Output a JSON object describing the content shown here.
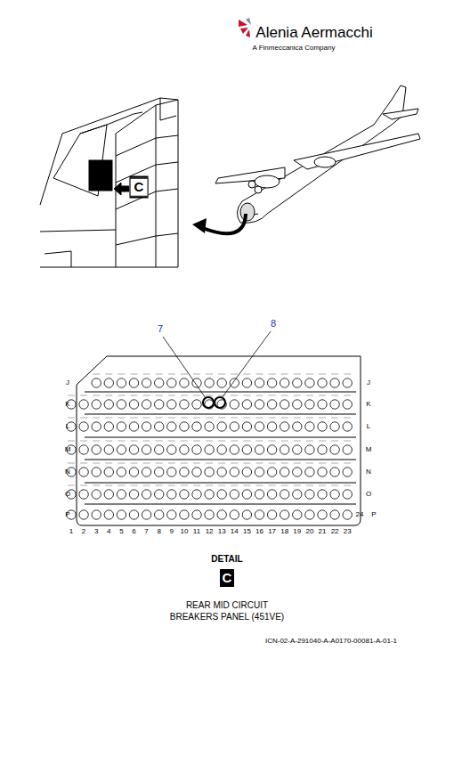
{
  "diagram": {
    "labels": [
      "Alenia Aermacchi",
      "A Finmeccanica Company",
      "C",
      "7",
      "8",
      "J",
      "K",
      "L",
      "M",
      "N",
      "O",
      "P",
      "J",
      "K",
      "L",
      "M",
      "N",
      "O",
      "P",
      "24",
      "1",
      "2",
      "3",
      "4",
      "5",
      "6",
      "7",
      "8",
      "9",
      "10",
      "11",
      "12",
      "13",
      "14",
      "15",
      "16",
      "17",
      "18",
      "19",
      "20",
      "21",
      "22",
      "23",
      "DETAIL",
      "C",
      "REAR MID CIRCUIT BREAKERS PANEL (451VE)",
      "ICN-02-A-291040-A-A0170-00081-A-01-1"
    ]
  }
}
